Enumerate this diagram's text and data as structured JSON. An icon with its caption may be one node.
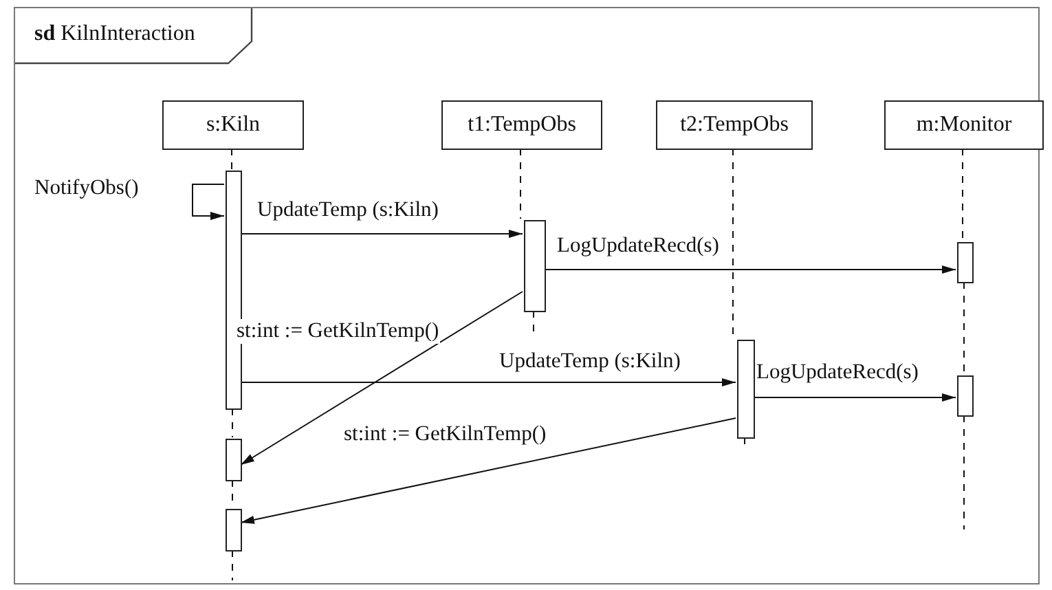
{
  "diagram": {
    "nodes": [
      {
        "text": [
          "**sd** KilnInteraction"
        ]
      },
      {
        "text": [
          "s:Kiln"
        ],
        "in": 0
      },
      {
        "text": [
          "t1:TempObs"
        ],
        "in": 0
      },
      {
        "text": [
          "t2:TempObs"
        ],
        "in": 0
      },
      {
        "text": [
          "m:Monitor"
        ],
        "in": 0
      },
      {
        "text": [],
        "shape": "bar",
        "in": 0
      },
      {
        "text": [],
        "shape": "bar",
        "in": 0
      },
      {
        "text": [],
        "shape": "bar",
        "in": 0
      },
      {
        "text": [],
        "shape": "bar",
        "in": 0
      },
      {
        "text": [],
        "shape": "bar",
        "in": 0
      },
      {
        "text": [],
        "shape": "bar",
        "in": 0
      },
      {
        "text": [],
        "shape": "bar",
        "in": 0
      }
    ],
    "edges": [
      {
        "from": 5,
        "to": 5,
        "arrow": "to",
        "label": "NotifyObs()"
      },
      {
        "from": 5,
        "to": 6,
        "arrow": "to",
        "label": "UpdateTemp (s:Kiln)"
      },
      {
        "from": 6,
        "to": 7,
        "arrow": "to",
        "label": "LogUpdateRecd(s)"
      },
      {
        "from": 6,
        "to": 10,
        "arrow": "to",
        "label": "st:int := GetKilnTemp()"
      },
      {
        "from": 5,
        "to": 8,
        "arrow": "to",
        "label": "UpdateTemp (s:Kiln)"
      },
      {
        "from": 8,
        "to": 9,
        "arrow": "to",
        "label": "LogUpdateRecd(s)"
      },
      {
        "from": 8,
        "to": 11,
        "arrow": "to",
        "label": "st:int := GetKilnTemp()"
      },
      {
        "from": 1,
        "to": 5,
        "arrow": "none",
        "style": "dashed"
      },
      {
        "from": 5,
        "to": 10,
        "arrow": "none",
        "style": "dashed"
      },
      {
        "from": 10,
        "to": 11,
        "arrow": "none",
        "style": "dashed"
      },
      {
        "from": 11,
        "to": null,
        "arrow": "none",
        "style": "dashed"
      },
      {
        "from": 2,
        "to": 6,
        "arrow": "none",
        "style": "dashed"
      },
      {
        "from": 6,
        "to": null,
        "arrow": "none",
        "style": "dashed"
      },
      {
        "from": 3,
        "to": 8,
        "arrow": "none",
        "style": "dashed"
      },
      {
        "from": 8,
        "to": null,
        "arrow": "none",
        "style": "dashed"
      },
      {
        "from": 4,
        "to": 7,
        "arrow": "none",
        "style": "dashed"
      },
      {
        "from": 7,
        "to": 9,
        "arrow": "none",
        "style": "dashed"
      },
      {
        "from": 9,
        "to": null,
        "arrow": "none",
        "style": "dashed"
      }
    ]
  }
}
